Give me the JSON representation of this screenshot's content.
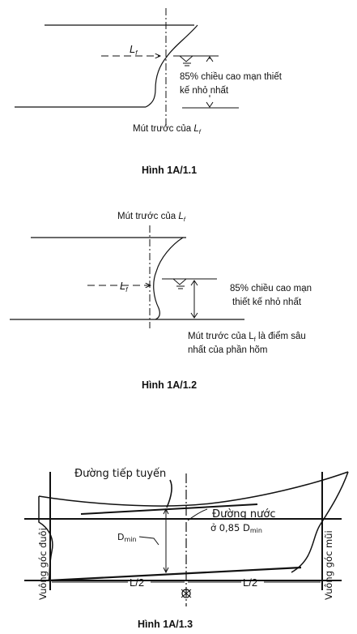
{
  "figures": [
    {
      "caption": "Hình 1A/1.1",
      "lf_label": "L",
      "lf_sub": "f",
      "note_line1": "85% chiều cao mạn thiết",
      "note_line2": "kế nhỏ nhất",
      "bottom_label": "Mút trước của ",
      "bottom_label_lf": "L",
      "bottom_label_sub": "f"
    },
    {
      "caption": "Hình 1A/1.2",
      "top_label": "Mút trước của ",
      "top_label_lf": "L",
      "top_label_sub": "f",
      "lf_label": "L",
      "lf_sub": "f",
      "note_line1": "85% chiều cao mạn",
      "note_line2": "thiết kế nhỏ nhất",
      "lower_line1": "Mút trước của L",
      "lower_line1_sub": "f",
      "lower_line1_end": " là điểm sâu",
      "lower_line2": "nhất của phần hõm"
    },
    {
      "caption": "Hình 1A/1.3",
      "tangent_label": "Đường tiếp tuyến",
      "waterline_line1": "Đường nước",
      "waterline_line2": "ở 0,85 D",
      "waterline_sub": "min",
      "dmin_label": "D",
      "dmin_sub": "min",
      "half_left": "L/2",
      "half_right": "L/2",
      "aft_perp": "Vuông góc đuôi",
      "fwd_perp": "Vuông góc mũi"
    }
  ]
}
